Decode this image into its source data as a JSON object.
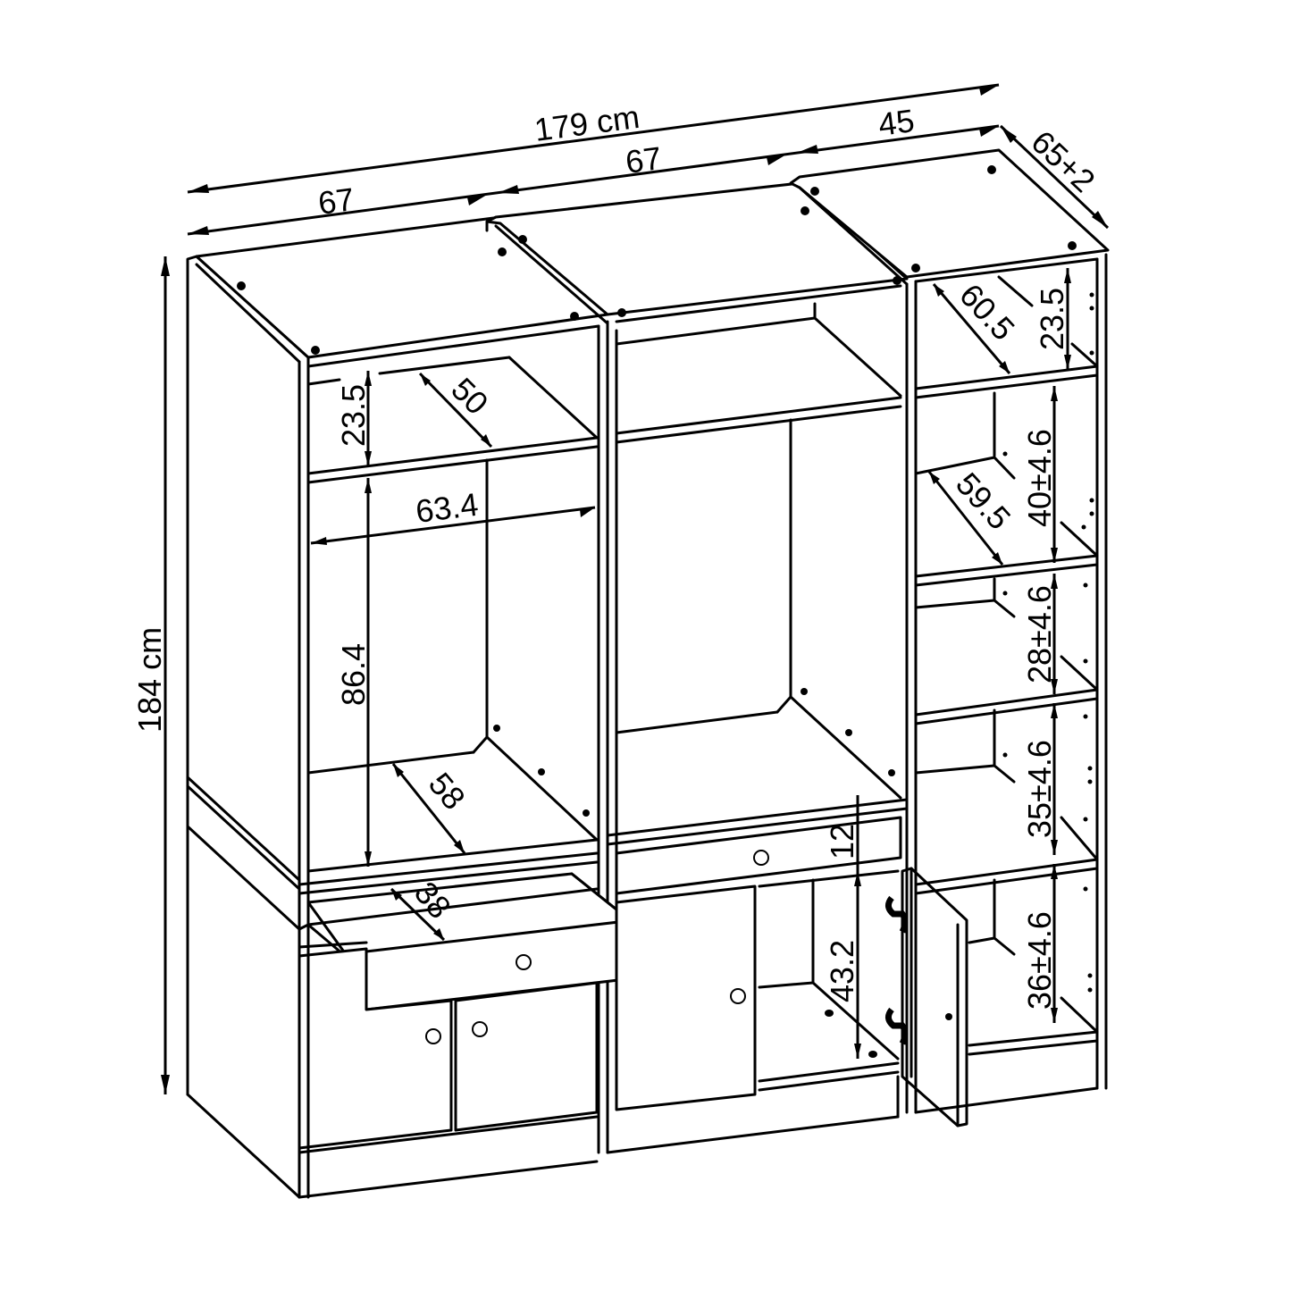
{
  "diagram": {
    "type": "furniture-dimension-drawing",
    "subject": "Three-module wardrobe / shelving unit with open shelves, drawers and doors",
    "colors": {
      "line": "#000000",
      "background": "#ffffff"
    },
    "overall": {
      "width": "179 cm",
      "height": "184 cm",
      "depth": "65+2"
    },
    "modules": {
      "left_width": "67",
      "middle_width": "67",
      "right_width": "45"
    },
    "left_module": {
      "top_shelf_height": "23.5",
      "top_shelf_depth": "50",
      "hanging_width": "63.4",
      "hanging_height": "86.4",
      "bottom_depth": "58",
      "drawer_depth": "38"
    },
    "middle_module": {
      "drawer_height": "12",
      "cabinet_height": "43.2"
    },
    "right_module": {
      "top_shelf_depth": "60.5",
      "top_shelf_height": "23.5",
      "shelf_depth": "59.5",
      "shelf_heights": [
        "40±4.6",
        "28±4.6",
        "35±4.6",
        "36±4.6"
      ]
    }
  }
}
